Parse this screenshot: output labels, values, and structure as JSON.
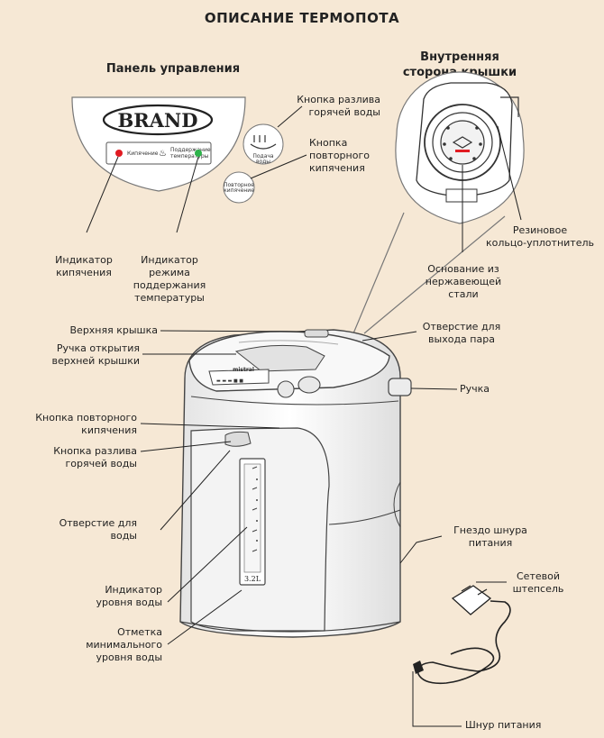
{
  "title": "ОПИСАНИЕ ТЕРМОПОТА",
  "headings": {
    "control_panel": "Панель управления",
    "lid_inner": [
      "Внутренняя",
      "сторона крышки"
    ]
  },
  "panel": {
    "brand": "BRAND",
    "boil_text": "Кипячение",
    "keep_text": "Поддержание температуры",
    "dispense_btn_text": "Подача воды",
    "reboil_btn_text": "Повторное кипячение"
  },
  "kettle": {
    "model_text": "mistral",
    "capacity": "3.2L"
  },
  "labels": {
    "hot_water_button_top": [
      "Кнопка разлива",
      "горячей воды"
    ],
    "reboil_button_top": [
      "Кнопка",
      "повторного",
      "кипячения"
    ],
    "boil_indicator": [
      "Индикатор",
      "кипячения"
    ],
    "keep_warm_indicator": [
      "Индикатор",
      "режима",
      "поддержания",
      "температуры"
    ],
    "rubber_ring": [
      "Резиновое",
      "кольцо-уплотнитель"
    ],
    "steel_base": [
      "Основание из",
      "нержавеющей стали"
    ],
    "top_lid": "Верхняя крышка",
    "lid_handle": [
      "Ручка открытия",
      "верхней крышки"
    ],
    "steam_outlet": [
      "Отверстие для",
      "выхода пара"
    ],
    "handle": "Ручка",
    "reboil_button": [
      "Кнопка повторного",
      "кипячения"
    ],
    "hot_water_button": [
      "Кнопка разлива",
      "горячей воды"
    ],
    "water_outlet": [
      "Отверстие для",
      "воды"
    ],
    "power_socket": [
      "Гнездо шнура",
      "питания"
    ],
    "plug": [
      "Сетевой",
      "штепсель"
    ],
    "level_indicator": [
      "Индикатор",
      "уровня воды"
    ],
    "min_level_mark": [
      "Отметка",
      "минимального",
      "уровня воды"
    ],
    "power_cord": "Шнур питания"
  }
}
